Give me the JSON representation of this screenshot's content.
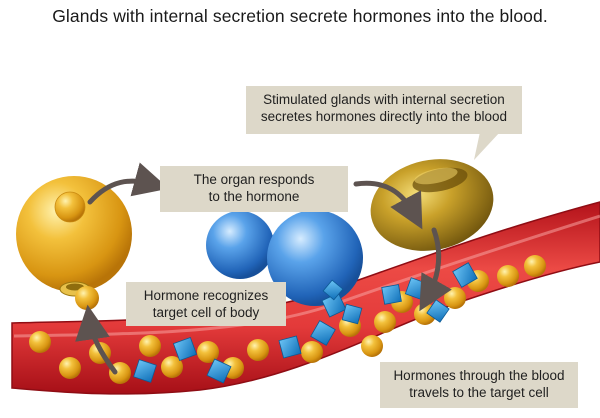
{
  "title": "Glands with internal secretion secrete hormones into the blood.",
  "labels": {
    "stimulated": [
      "Stimulated glands with internal secretion",
      "secretes hormones directly into the blood"
    ],
    "organ_responds": [
      "The organ responds",
      "to the hormone"
    ],
    "recognizes": [
      "Hormone recognizes",
      "target cell of body"
    ],
    "travels": [
      "Hormones through the blood",
      "travels to the target cell"
    ]
  },
  "colors": {
    "background": "#ffffff",
    "label_box": "#ddd8c9",
    "blood_vessel": "#c8151c",
    "vessel_inner": "#e23b3a",
    "gold_cell": "#e7a91a",
    "blue_cell": "#3a86d6",
    "hormone_cube": "#1f8fd6",
    "gland": "#a8841a",
    "arrow": "#5d5350"
  },
  "icons": [
    "curved-arrow-icon",
    "hormone-cube-icon",
    "receptor-icon"
  ]
}
